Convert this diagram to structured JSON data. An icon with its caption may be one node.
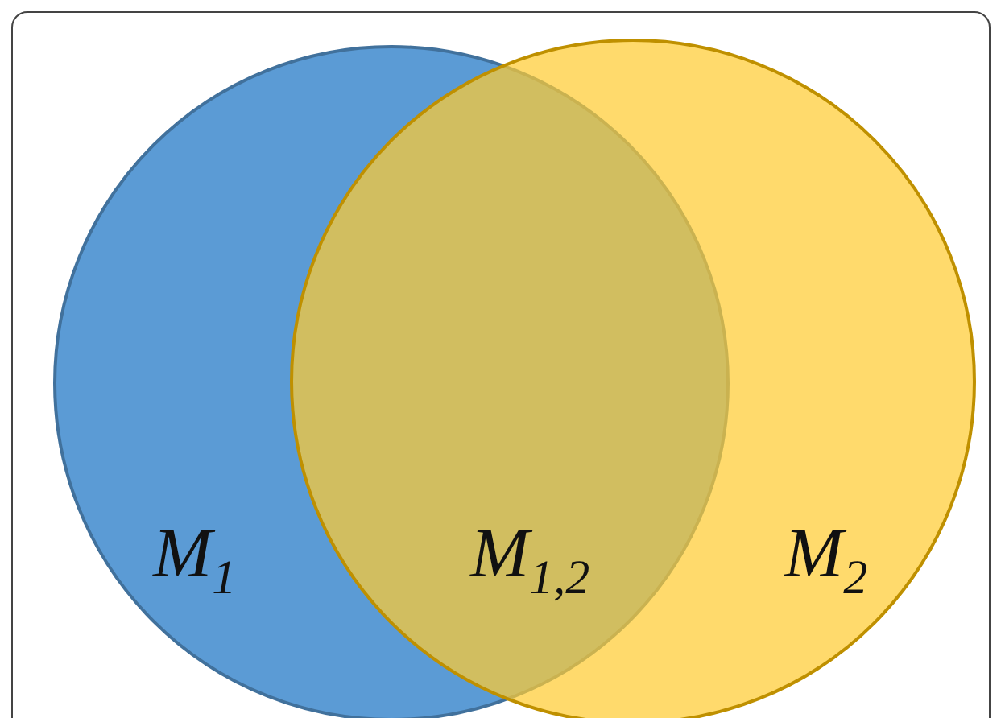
{
  "diagram": {
    "nodes": [
      {
        "text": [
          "M$_{1}$"
        ]
      },
      {
        "text": [
          "M$_{2}$"
        ]
      }
    ],
    "labels": [
      "M$_{1,2}$"
    ]
  }
}
